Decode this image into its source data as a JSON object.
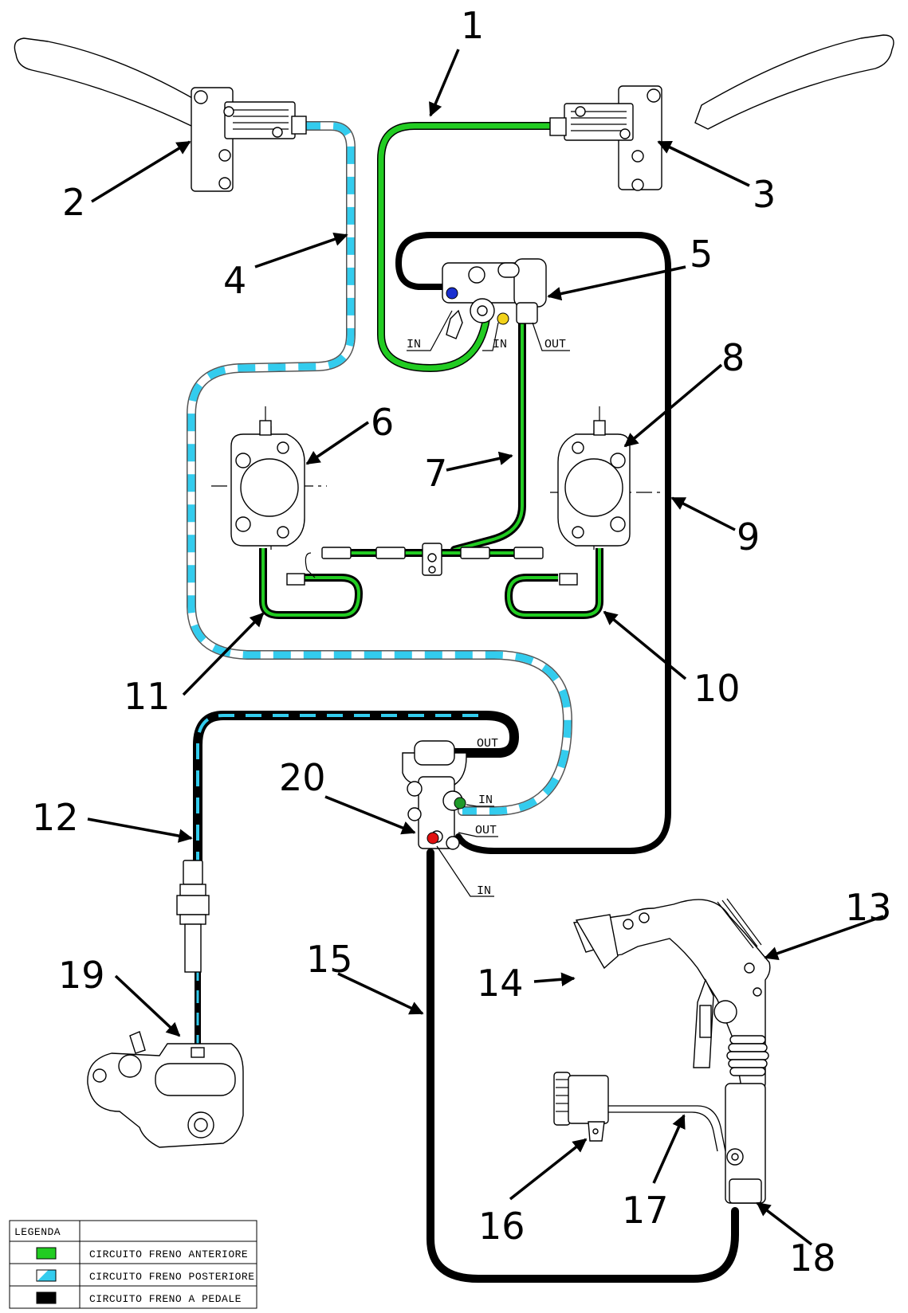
{
  "callouts": [
    "1",
    "2",
    "3",
    "4",
    "5",
    "6",
    "7",
    "8",
    "9",
    "10",
    "11",
    "12",
    "13",
    "14",
    "15",
    "16",
    "17",
    "18",
    "19",
    "20"
  ],
  "ports": {
    "p5_in_left": "IN",
    "p5_in_right": "IN",
    "p5_out": "OUT",
    "p20_out_top": "OUT",
    "p20_in": "IN",
    "p20_out_bottom": "OUT",
    "p20_in_bottom": "IN"
  },
  "legend": {
    "title": "LEGENDA",
    "rows": [
      {
        "label": "CIRCUITO FRENO ANTERIORE",
        "swatch": "green",
        "color": "#22cc22"
      },
      {
        "label": "CIRCUITO FRENO POSTERIORE",
        "swatch": "cyan-striped",
        "color": "#33ccee"
      },
      {
        "label": "CIRCUITO FRENO A PEDALE",
        "swatch": "black",
        "color": "#000000"
      }
    ]
  },
  "colors": {
    "front_circuit": "#22cc22",
    "rear_circuit": "#33ccee",
    "pedal_circuit": "#000000",
    "valve_blue": "#1a2fd0",
    "valve_yellow": "#f2d21a",
    "valve_green": "#1f9a2a",
    "valve_red": "#e01010"
  }
}
